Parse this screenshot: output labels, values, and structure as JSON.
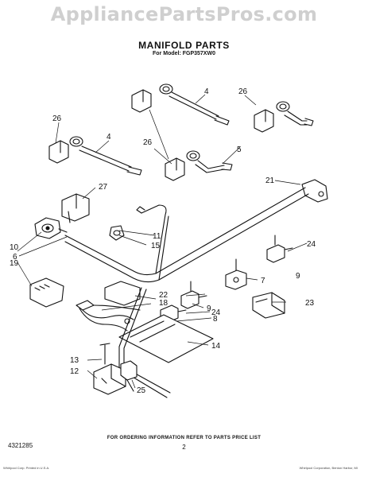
{
  "watermark": "AppliancePartsPros.com",
  "header": {
    "title": "MANIFOLD PARTS",
    "subtitle": "For Model: FGP357XW0"
  },
  "callouts": [
    {
      "id": "c4a",
      "text": "4"
    },
    {
      "id": "c26a",
      "text": "26"
    },
    {
      "id": "c26b",
      "text": "26"
    },
    {
      "id": "c4b",
      "text": "4"
    },
    {
      "id": "c26c",
      "text": "26"
    },
    {
      "id": "c5",
      "text": "5"
    },
    {
      "id": "c21",
      "text": "21"
    },
    {
      "id": "c27",
      "text": "27"
    },
    {
      "id": "c10",
      "text": "10"
    },
    {
      "id": "c6",
      "text": "6"
    },
    {
      "id": "c11",
      "text": "11"
    },
    {
      "id": "c15",
      "text": "15"
    },
    {
      "id": "c24a",
      "text": "24"
    },
    {
      "id": "c19",
      "text": "19"
    },
    {
      "id": "c7",
      "text": "7"
    },
    {
      "id": "c9a",
      "text": "9"
    },
    {
      "id": "c22",
      "text": "22"
    },
    {
      "id": "c18",
      "text": "18"
    },
    {
      "id": "c23",
      "text": "23"
    },
    {
      "id": "c9b",
      "text": "9"
    },
    {
      "id": "c24b",
      "text": "24"
    },
    {
      "id": "c8",
      "text": "8"
    },
    {
      "id": "c14",
      "text": "14"
    },
    {
      "id": "c13",
      "text": "13"
    },
    {
      "id": "c12",
      "text": "12"
    },
    {
      "id": "c25",
      "text": "25"
    }
  ],
  "footer": {
    "note": "FOR ORDERING INFORMATION REFER TO PARTS PRICE LIST",
    "doc_number": "4321285",
    "page_number": "2",
    "print_left": "Whirlpool Corp. Printed in U.S.A.",
    "print_right": "Whirlpool Corporation, Benton Harbor, MI"
  }
}
